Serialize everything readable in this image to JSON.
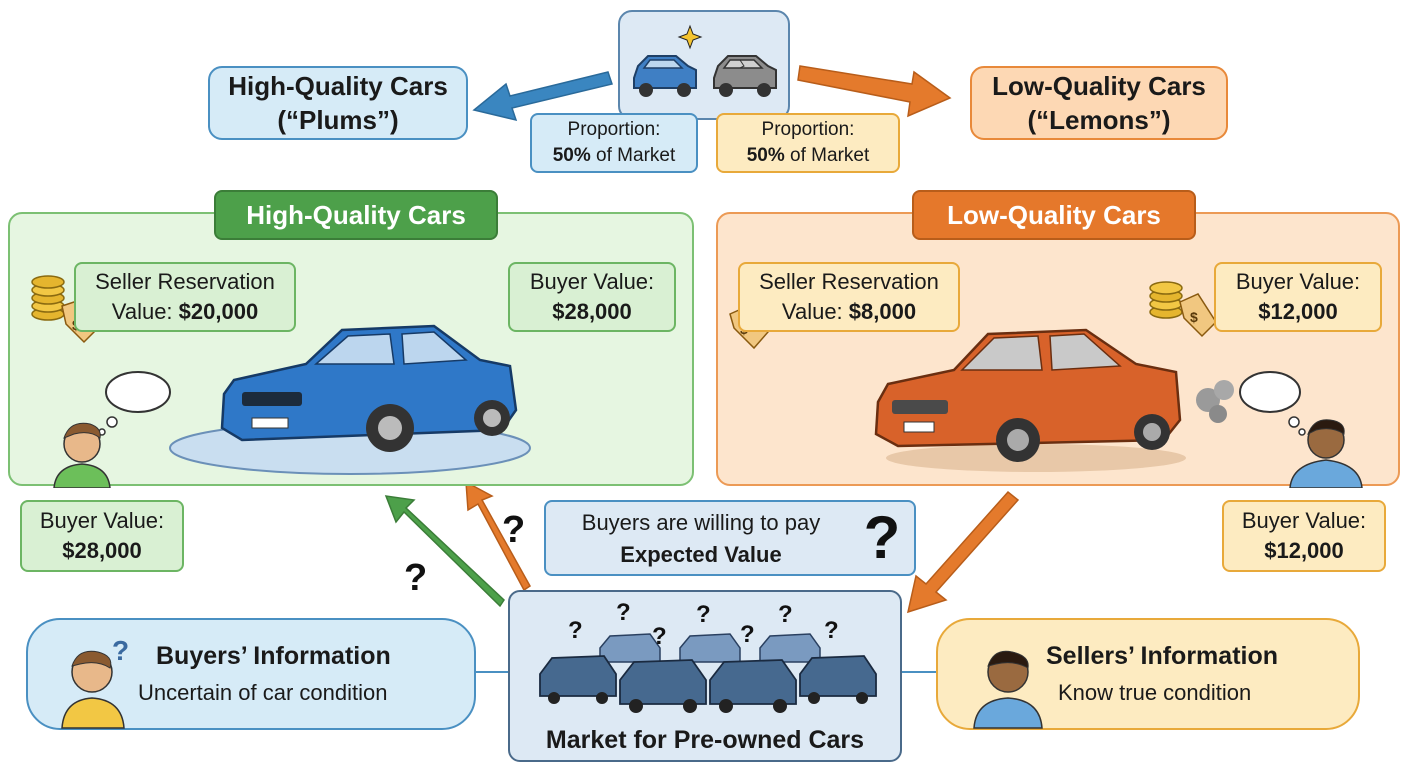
{
  "top": {
    "high_title_line1": "High-Quality Cars",
    "high_title_line2": "(“Plums”)",
    "low_title_line1": "Low-Quality Cars",
    "low_title_line2": "(“Lemons”)",
    "prop_label": "Proportion:",
    "prop_high_value": "50%",
    "prop_high_suffix": " of Market",
    "prop_low_value": "50%",
    "prop_low_suffix": " of Market"
  },
  "high_panel": {
    "header": "High-Quality Cars",
    "seller_line1": "Seller Reservation",
    "seller_line2_prefix": "Value: ",
    "seller_value": "$20,000",
    "buyer_line1": "Buyer Value:",
    "buyer_value": "$28,000",
    "outside_buyer_line1": "Buyer Value:",
    "outside_buyer_value": "$28,000"
  },
  "low_panel": {
    "header": "Low-Quality Cars",
    "seller_line1": "Seller Reservation",
    "seller_line2_prefix": "Value: ",
    "seller_value": "$8,000",
    "buyer_line1": "Buyer Value:",
    "buyer_value": "$12,000",
    "outside_buyer_line1": "Buyer Value:",
    "outside_buyer_value": "$12,000"
  },
  "expected": {
    "line1": "Buyers are willing to pay",
    "line2": "Expected Value",
    "mark": "?"
  },
  "buyers_info": {
    "title": "Buyers’ Information",
    "text": "Uncertain of car condition"
  },
  "sellers_info": {
    "title": "Sellers’ Information",
    "text": "Know true condition"
  },
  "market": {
    "label": "Market for Pre-owned Cars"
  },
  "question_mark": "?",
  "colors": {
    "blue": "#4a90c2",
    "orange": "#e8893a",
    "green": "#6cb563",
    "green_header": "#4da04a",
    "orange_header": "#e5782b"
  },
  "icons": [
    "sparkle-icon",
    "car-icon",
    "coins-icon",
    "price-tag-icon",
    "thought-bubble-icon",
    "person-icon",
    "exhaust-smoke-icon"
  ]
}
